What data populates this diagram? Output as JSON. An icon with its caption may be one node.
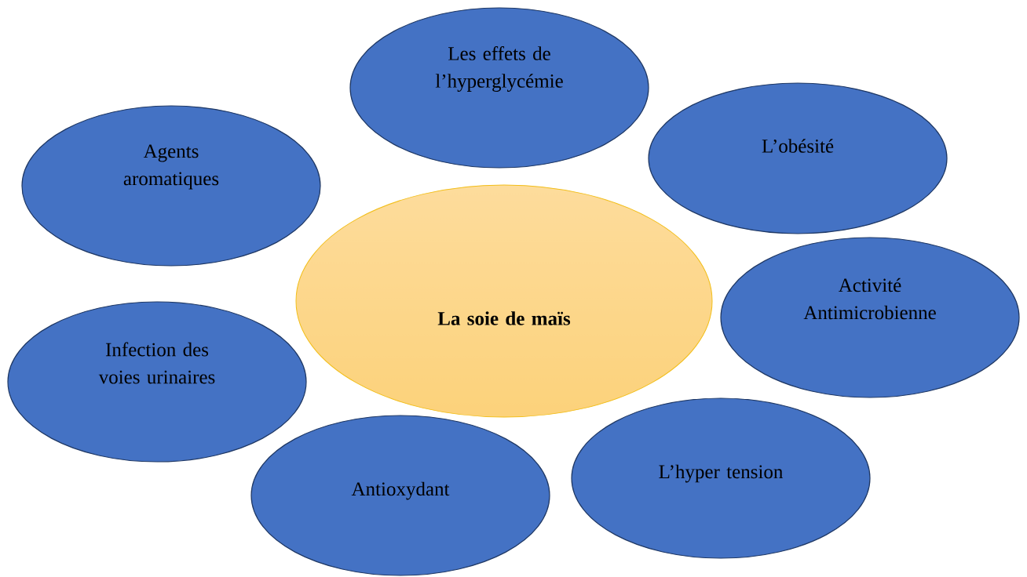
{
  "diagram": {
    "nodes": [
      {
        "text": [
          "Les effets de l’hyperglycémie"
        ]
      },
      {
        "text": [
          "L’obésité"
        ]
      },
      {
        "text": [
          "Agents aromatiques"
        ]
      },
      {
        "text": [
          "La soie de maïs"
        ]
      },
      {
        "text": [
          "Activité Antimicrobienne"
        ]
      },
      {
        "text": [
          "Infection des voies urinaires"
        ]
      },
      {
        "text": [
          "L’hyper tension"
        ]
      },
      {
        "text": [
          "Antioxydant"
        ]
      }
    ]
  }
}
